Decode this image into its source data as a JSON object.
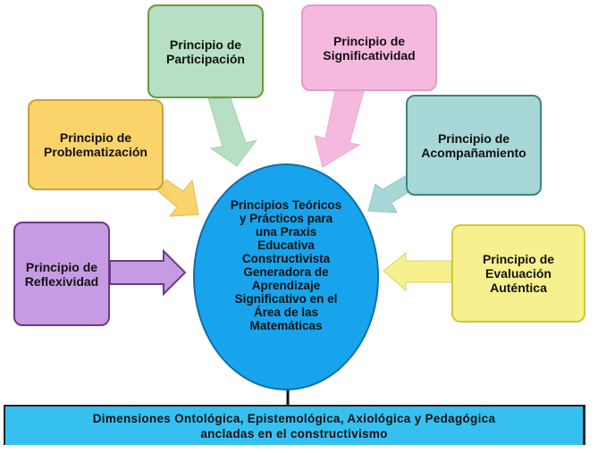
{
  "diagram": {
    "center": {
      "text": "Principios Teóricos\ny Prácticos para\nuna Praxis\nEducativa\nConstructivista\nGeneradora de\nAprendizaje\nSignificativo en el\nÁrea de las\nMatemáticas",
      "color": "#17a4ec"
    },
    "principles": [
      {
        "id": "participacion",
        "text": "Principio de\nParticipación",
        "color": "#b7dfc3"
      },
      {
        "id": "significatividad",
        "text": "Principio de\nSignificatividad",
        "color": "#f6b9de"
      },
      {
        "id": "problematizacion",
        "text": "Principio de\nProblematización",
        "color": "#fad36a"
      },
      {
        "id": "acompanamiento",
        "text": "Principio de\nAcompañamiento",
        "color": "#a7d7d6"
      },
      {
        "id": "reflexividad",
        "text": "Principio de\nReflexividad",
        "color": "#c79be3"
      },
      {
        "id": "evaluacion",
        "text": "Principio de\nEvaluación\nAuténtica",
        "color": "#f6f08e"
      }
    ],
    "base": {
      "text": "Dimensiones Ontológica, Epistemológica, Axiológica y Pedagógica\nancladas en el constructivismo",
      "color": "#36c0f2"
    }
  }
}
